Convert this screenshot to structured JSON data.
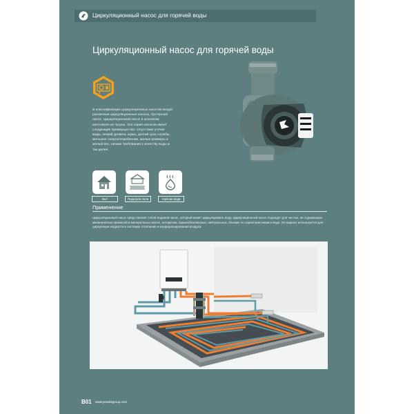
{
  "header": {
    "title": "Циркуляционный насос для горячей воды"
  },
  "main": {
    "title": "Циркуляционный насос для горячей воды",
    "description": "В классификацию циркуляционных насосов входят различные циркуляционные насосы, бустерный насос. Циркуляционный насос в основном изготовлен из чугуна. Эта серия насосов имеет следующие преимущества: отсутствие утечек воды, низкий уровень шума, долгий срок службы, меньшее энергопотребление, малые размеры и малый вес, низкие требования к качеству воды и так далее."
  },
  "applications": [
    {
      "label": "Быт",
      "icon": "house-icon"
    },
    {
      "label": "Подогрев пола",
      "icon": "floor-heating-icon"
    },
    {
      "label": "горячая вода",
      "icon": "hot-water-icon"
    }
  ],
  "section": {
    "title": "Применение",
    "text": "Циркуляционный насос представляет собой водяной насос, который может циркулировать воду. Циркуляционный насос подходит для чистых, не содержащих механических примесей и минеральных масел, негорючих, взрывобезопасных, нейтральных, близких по характеристикам к воде. Он широко используется для циркуляции жидкости в системах отопления и кондиционирования воздуха."
  },
  "footer": {
    "page": "B01",
    "url": "www.pranilsgroup.com"
  },
  "colors": {
    "background": "#5e7f80",
    "accent": "#f0a21c",
    "pipe_hot": "#ee7d30",
    "pipe_cold": "#5f9aa8"
  }
}
